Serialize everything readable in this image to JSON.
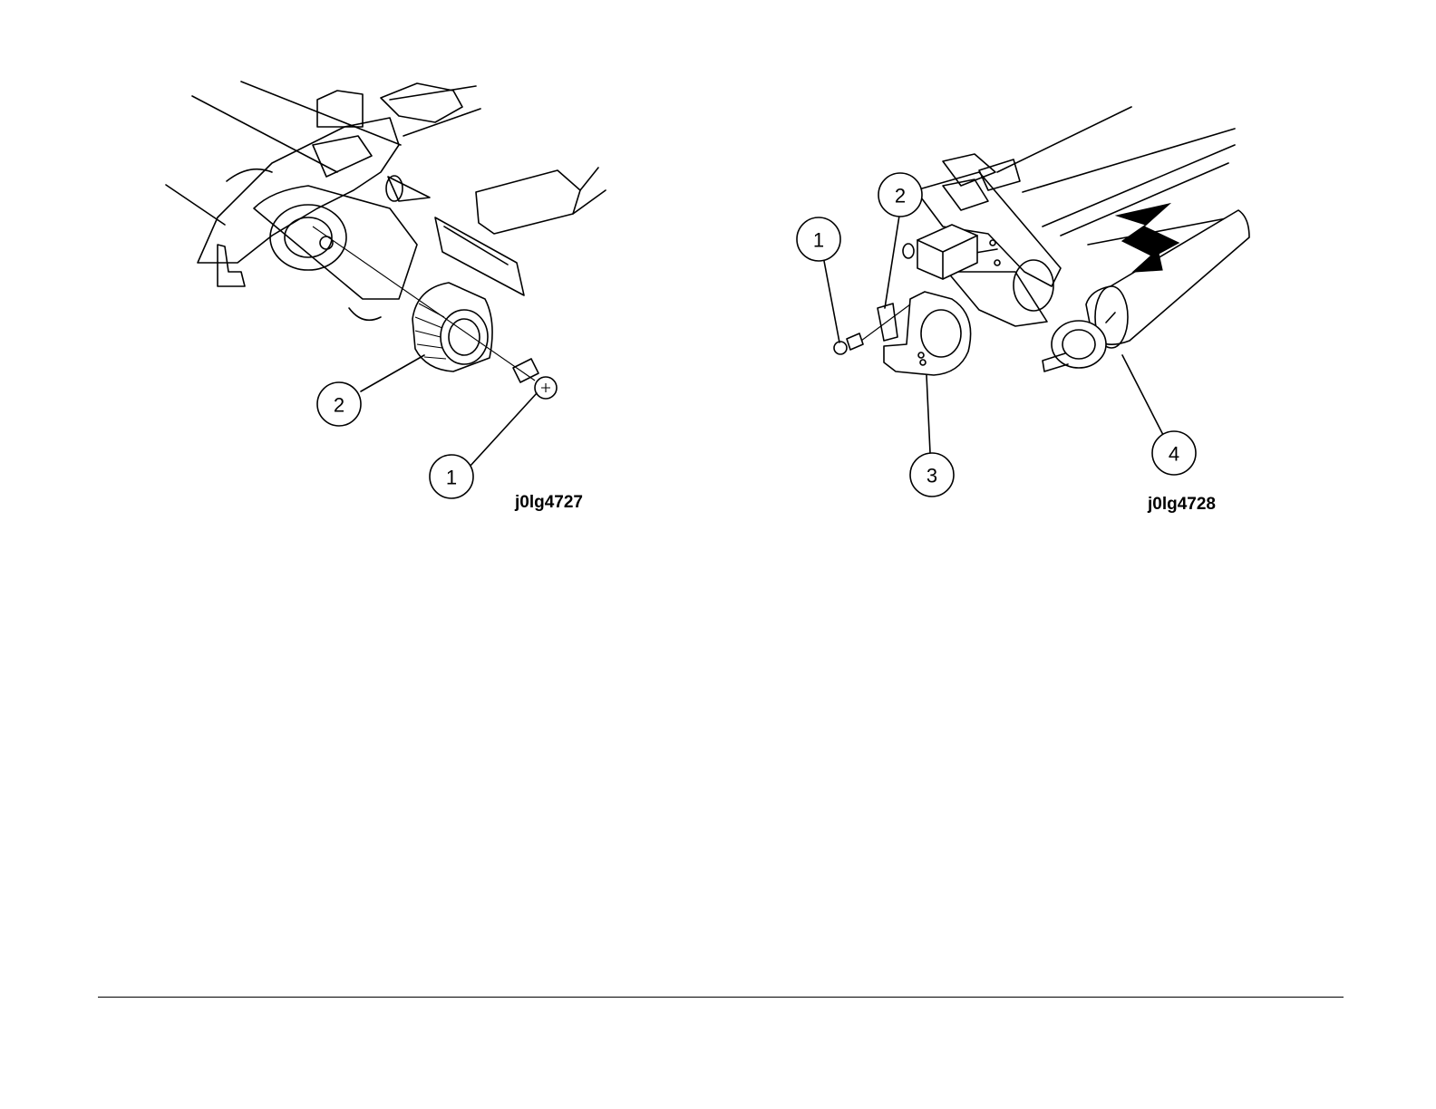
{
  "figures": [
    {
      "id": "j0lg4727",
      "callouts": [
        "1",
        "2"
      ]
    },
    {
      "id": "j0lg4728",
      "callouts": [
        "1",
        "2",
        "3",
        "4"
      ]
    }
  ]
}
